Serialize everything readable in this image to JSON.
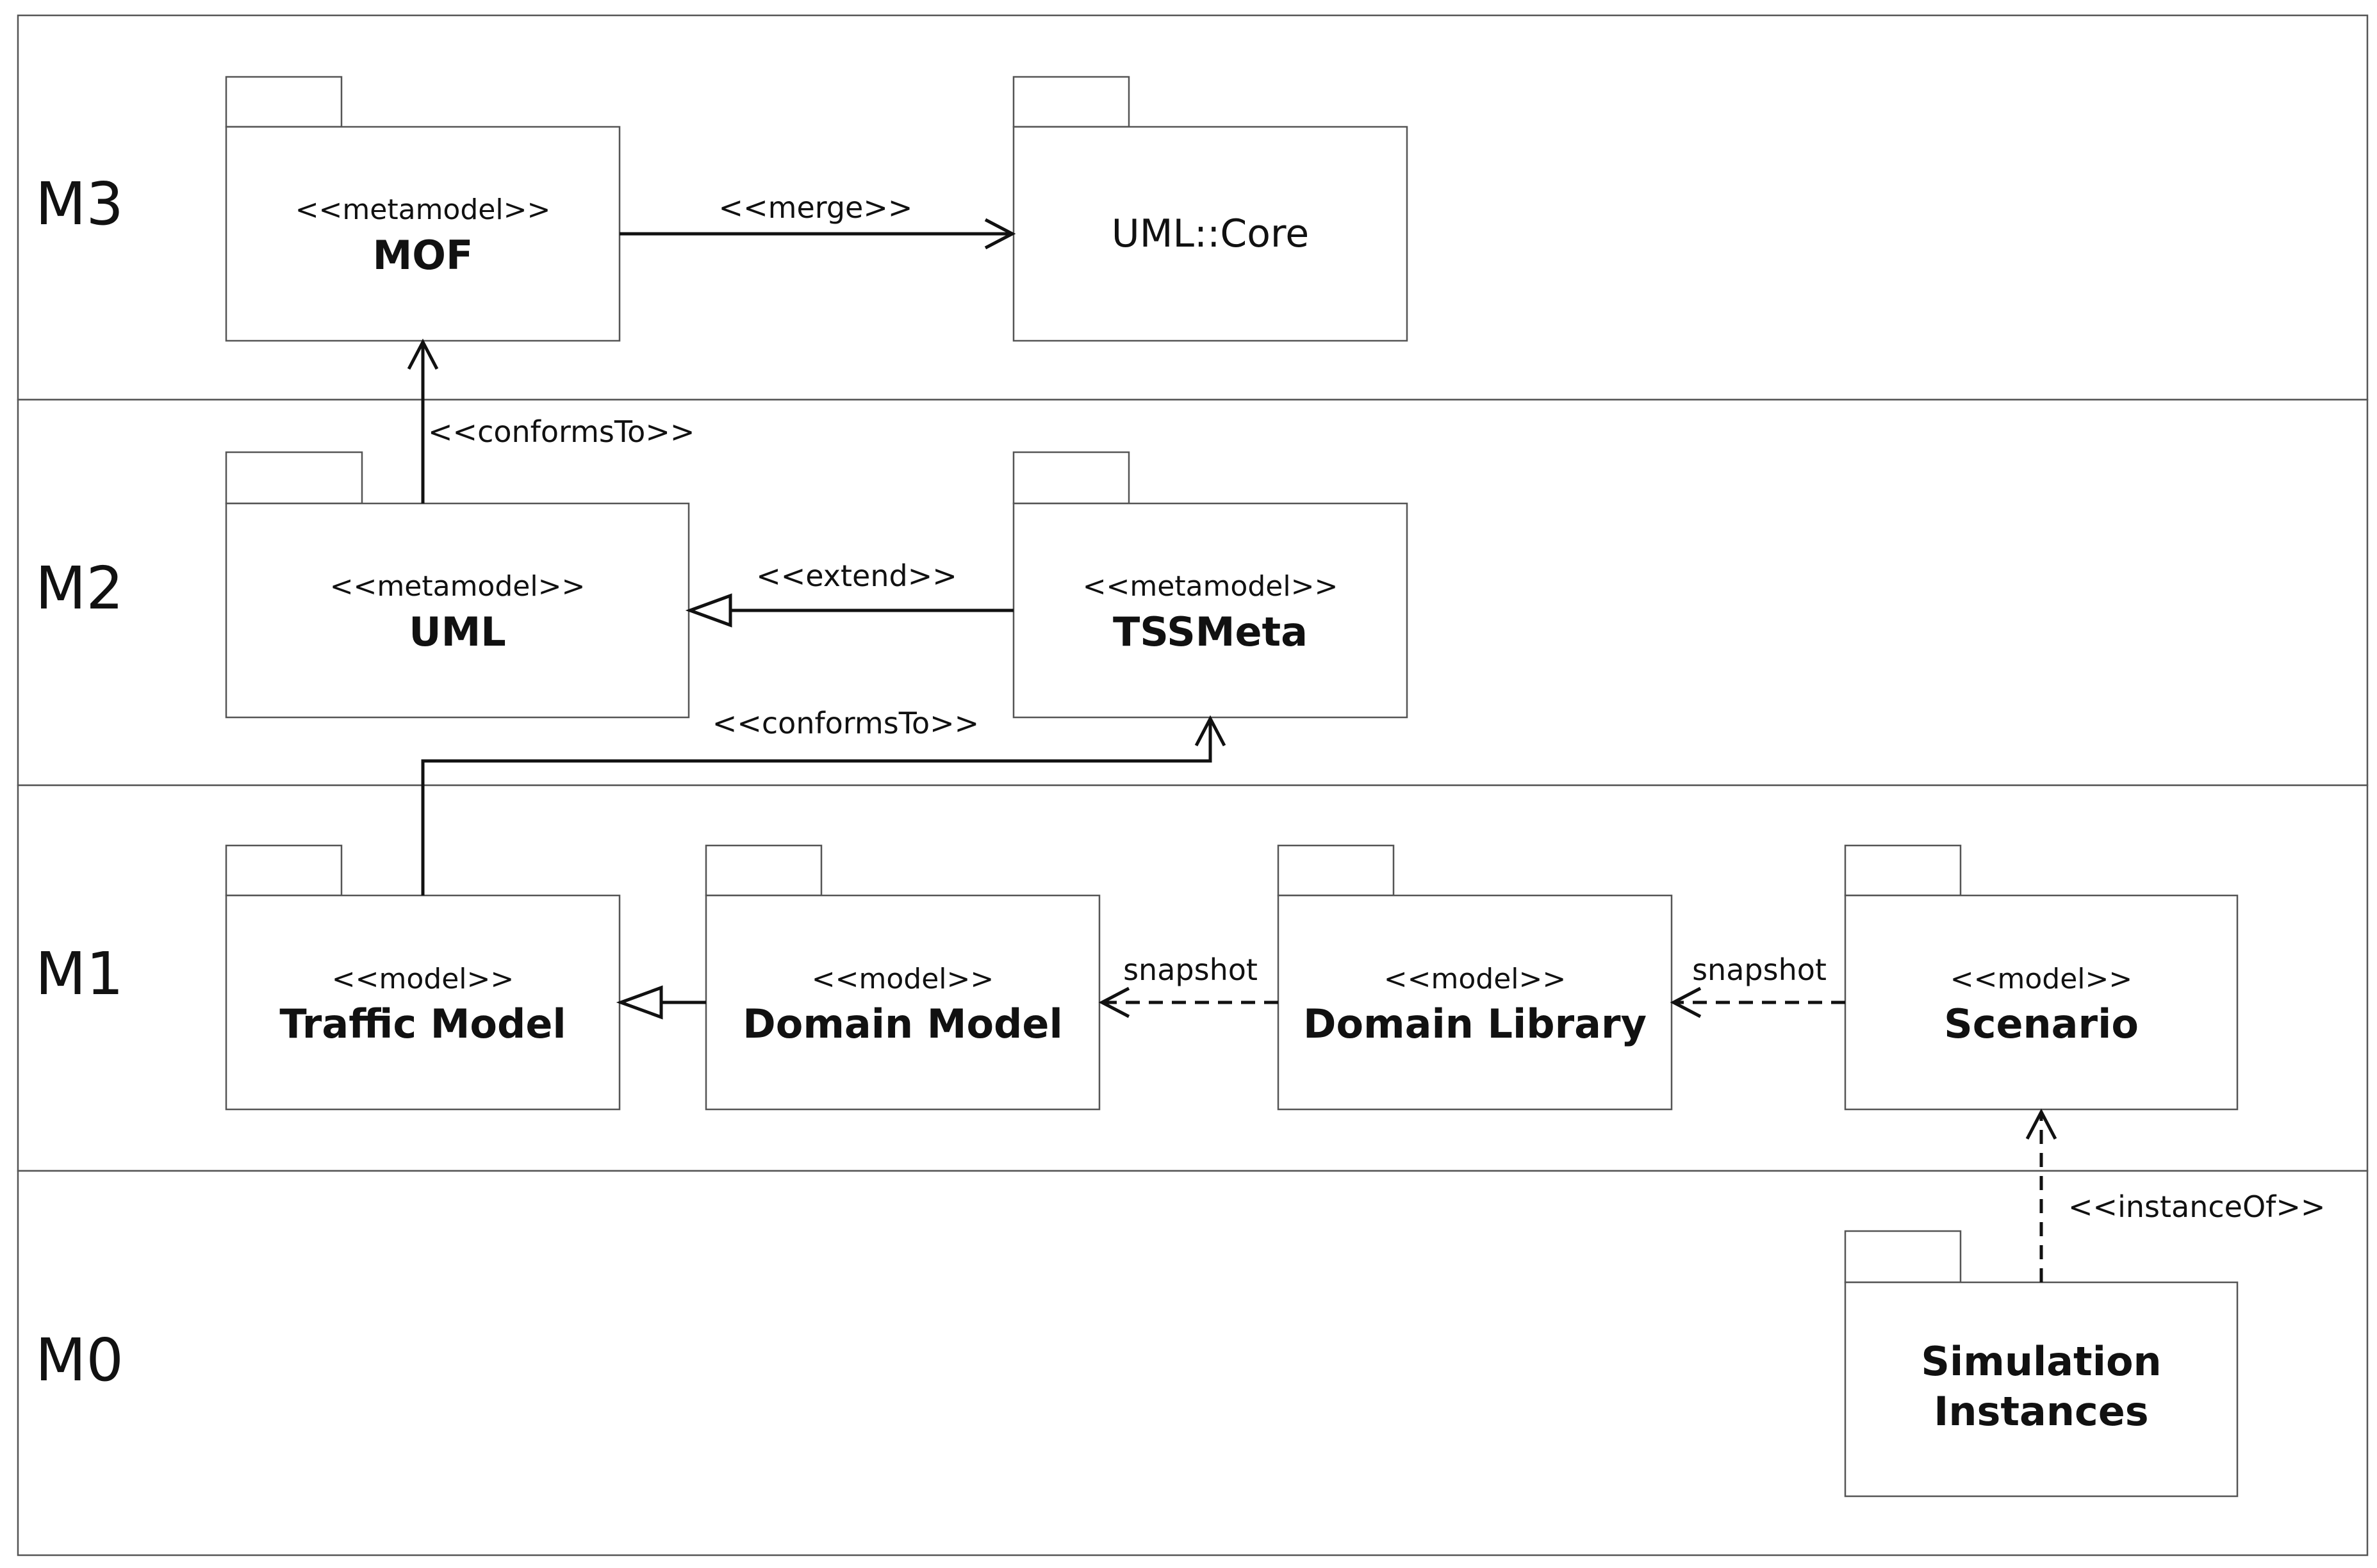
{
  "levels": [
    {
      "id": "M3",
      "label": "M3"
    },
    {
      "id": "M2",
      "label": "M2"
    },
    {
      "id": "M1",
      "label": "M1"
    },
    {
      "id": "M0",
      "label": "M0"
    }
  ],
  "packages": {
    "mof": {
      "stereotype": "<<metamodel>>",
      "name": "MOF"
    },
    "uml_core": {
      "name": "UML::Core"
    },
    "uml": {
      "stereotype": "<<metamodel>>",
      "name": "UML"
    },
    "tssmeta": {
      "stereotype": "<<metamodel>>",
      "name": "TSSMeta"
    },
    "traffic_model": {
      "stereotype": "<<model>>",
      "name": "Traffic Model"
    },
    "domain_model": {
      "stereotype": "<<model>>",
      "name": "Domain Model"
    },
    "domain_library": {
      "stereotype": "<<model>>",
      "name": "Domain Library"
    },
    "scenario": {
      "stereotype": "<<model>>",
      "name": "Scenario"
    },
    "simulation_instances": {
      "name_line1": "Simulation",
      "name_line2": "Instances"
    }
  },
  "relations": {
    "merge": "<<merge>>",
    "uml_conforms": "<<conformsTo>>",
    "extend": "<<extend>>",
    "traffic_conforms": "<<conformsTo>>",
    "snapshot_library": "snapshot",
    "snapshot_scenario": "snapshot",
    "instance_of": "<<instanceOf>>"
  }
}
